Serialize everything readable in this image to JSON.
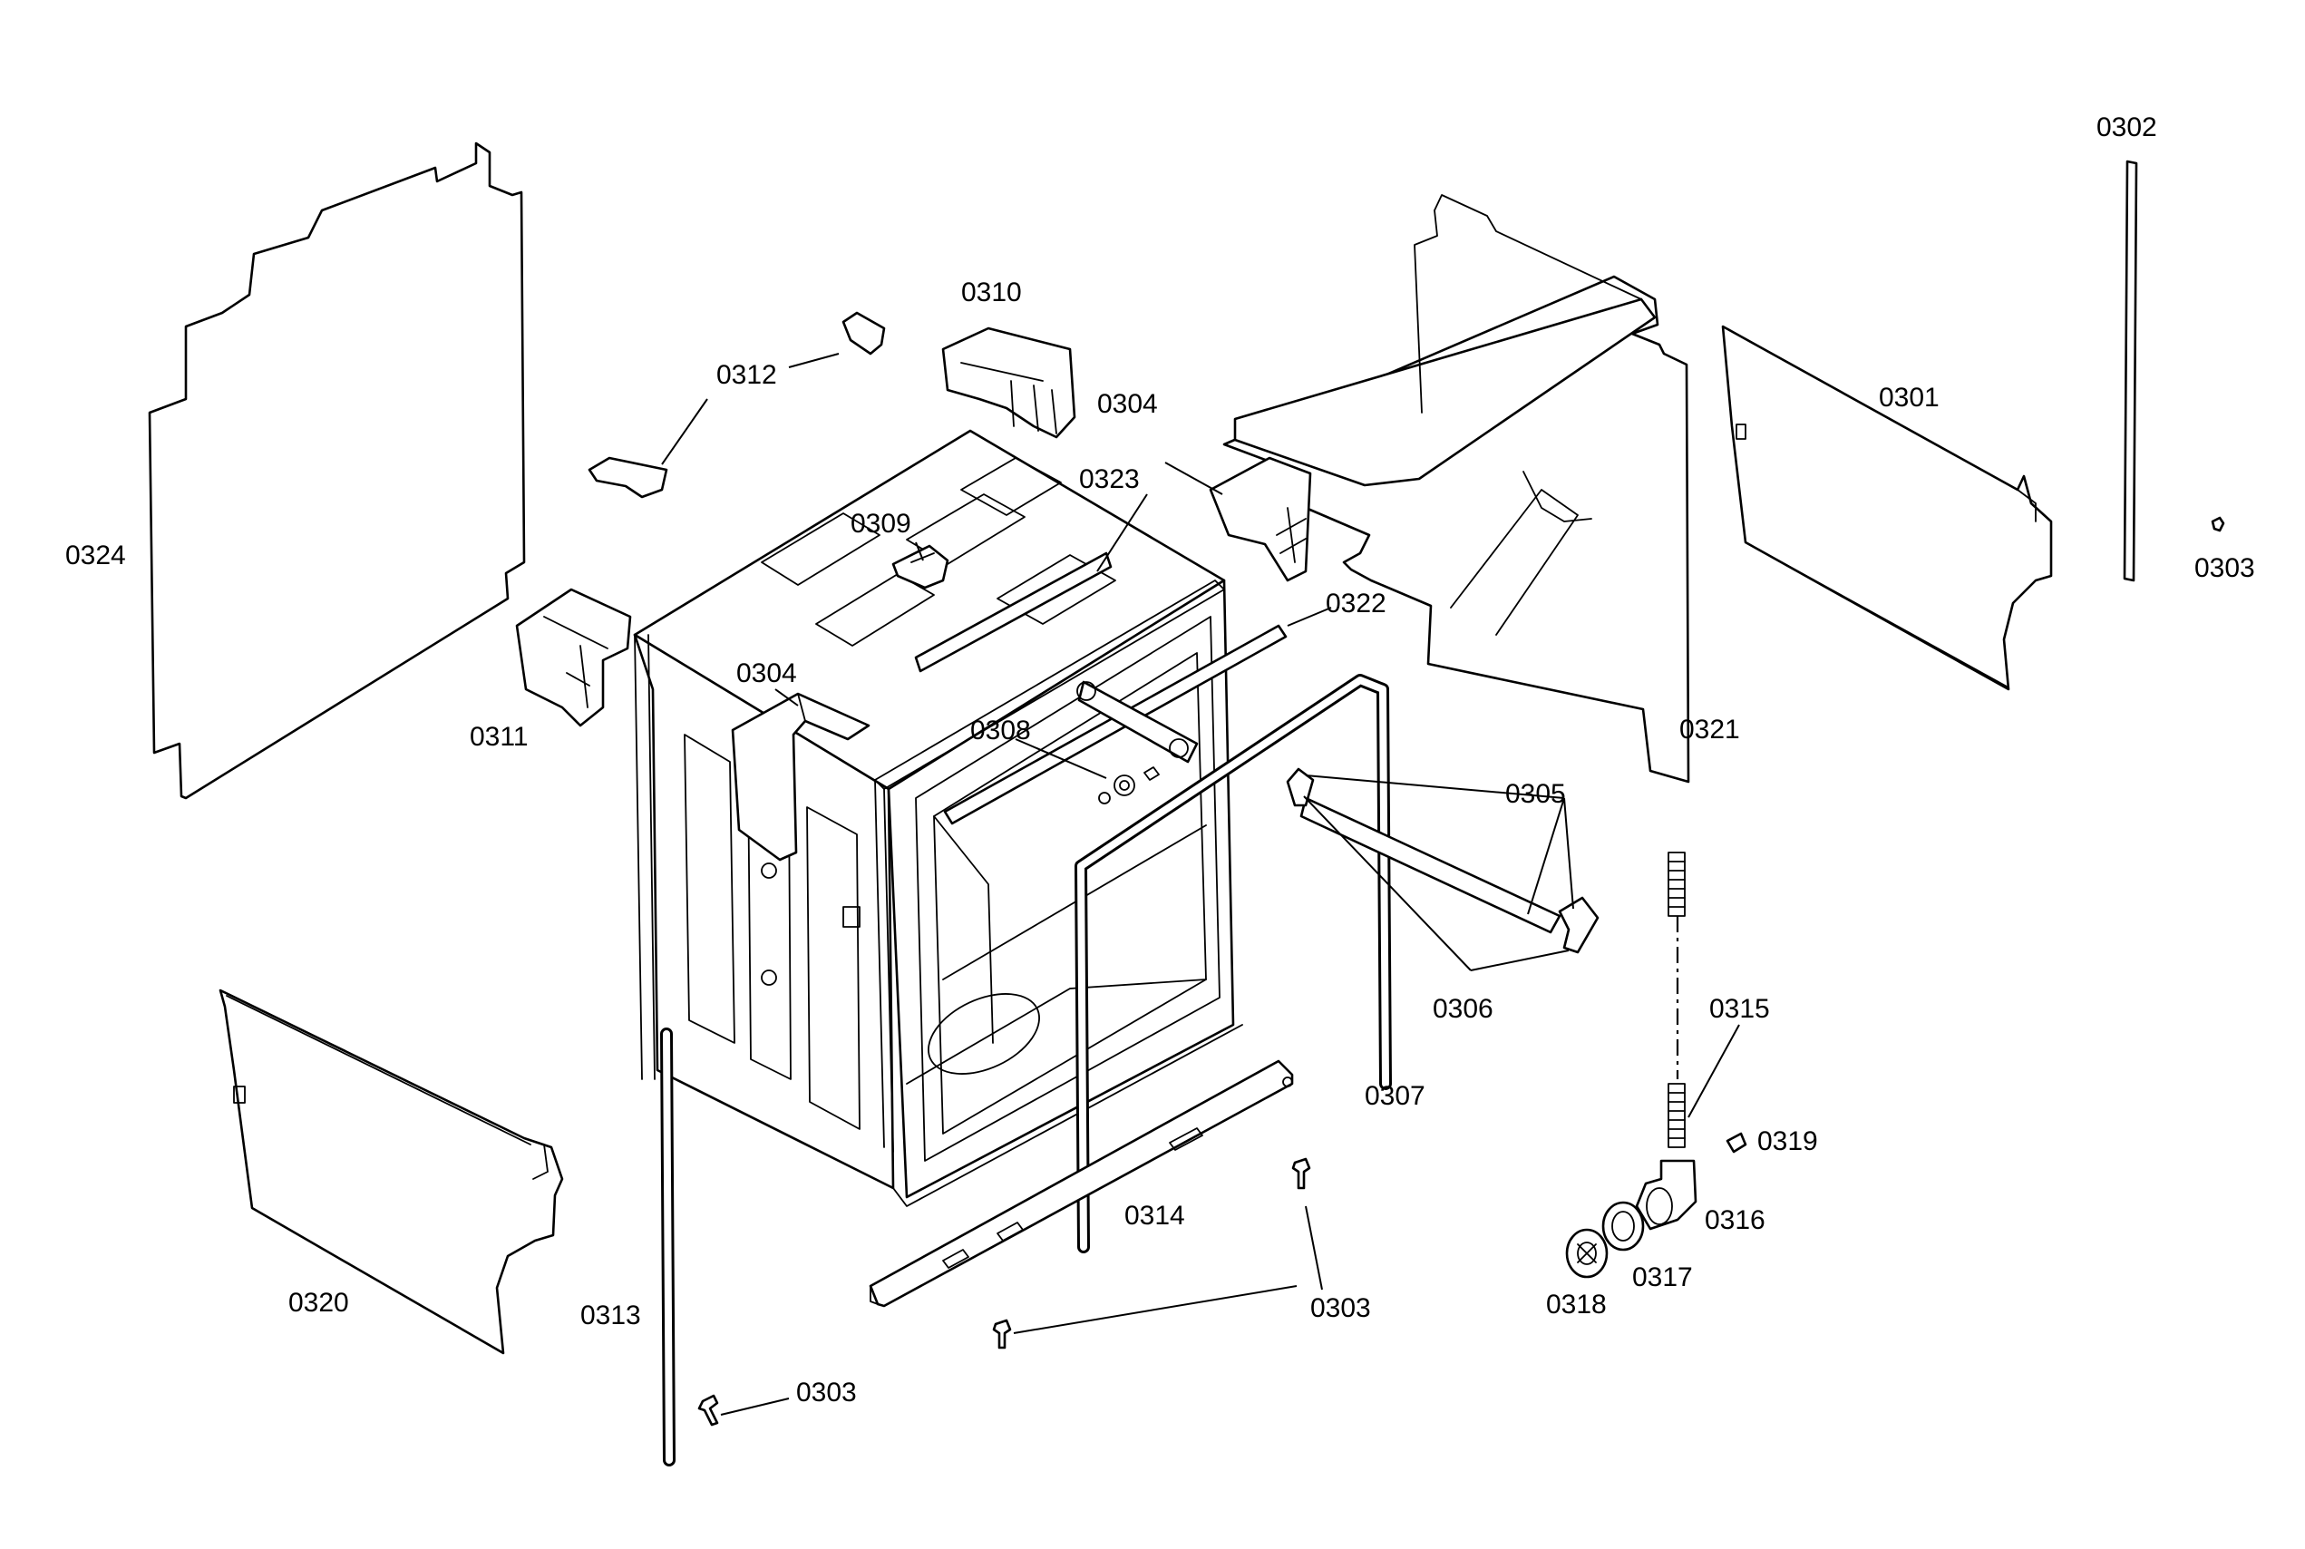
{
  "diagram": {
    "callouts": {
      "c0302": "0302",
      "c0303_right": "0303",
      "c0301": "0301",
      "c0321": "0321",
      "c0310": "0310",
      "c0312": "0312",
      "c0304_upper": "0304",
      "c0323": "0323",
      "c0309": "0309",
      "c0324": "0324",
      "c0322": "0322",
      "c0304_lower": "0304",
      "c0311": "0311",
      "c0308": "0308",
      "c0305": "0305",
      "c0306": "0306",
      "c0307": "0307",
      "c0315": "0315",
      "c0319": "0319",
      "c0316": "0316",
      "c0317": "0317",
      "c0318": "0318",
      "c0314": "0314",
      "c0303_mid": "0303",
      "c0320": "0320",
      "c0313": "0313",
      "c0303_bottom": "0303"
    }
  }
}
